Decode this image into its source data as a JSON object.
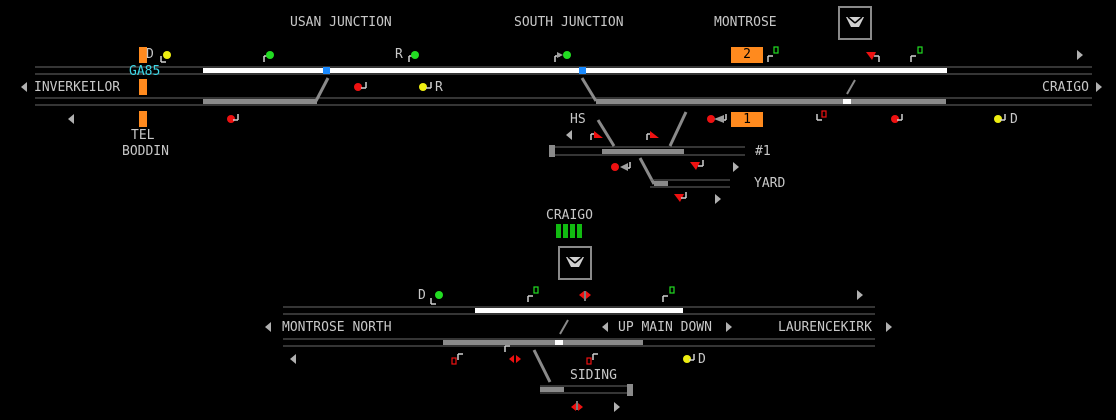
{
  "colors": {
    "background": "#000000",
    "track_idle": "#8a8a8a",
    "track_route": "#ffffff",
    "track_outline": "#6a6a6a",
    "signal_clear": "#22dd22",
    "signal_danger": "#ee1111",
    "signal_caution": "#eeee11",
    "berth_orange": "#ff8a1e",
    "text_grey": "#c8c8c8",
    "text_cyan": "#3cd6e6",
    "indicator_green": "#11bb11",
    "axle_blue": "#1a8aff"
  },
  "panel_top": {
    "junction_usan": "USAN JUNCTION",
    "junction_south": "SOUTH JUNCTION",
    "station_montrose": "MONTROSE",
    "left_label": "INVERKEILOR",
    "right_label": "CRAIGO",
    "tel_label_1": "TEL",
    "tel_label_2": "BODDIN",
    "berth_code": "GA85",
    "berth_2": "2",
    "berth_1": "1",
    "siding_hs": "HS",
    "siding_1": "#1",
    "yard": "YARD",
    "d_marker_1": "D",
    "d_marker_2": "D",
    "r_marker_1": "R",
    "r_marker_2": "R"
  },
  "panel_bottom": {
    "title": "CRAIGO",
    "left_label": "MONTROSE NORTH",
    "center_label": "UP MAIN DOWN",
    "right_label": "LAURENCEKIRK",
    "siding": "SIDING",
    "d_marker_1": "D",
    "d_marker_2": "D"
  },
  "icons": {
    "top_control": "level-crossing-icon",
    "bottom_control": "level-crossing-icon"
  },
  "status": {
    "craigo_indicator_lamps": 4
  }
}
